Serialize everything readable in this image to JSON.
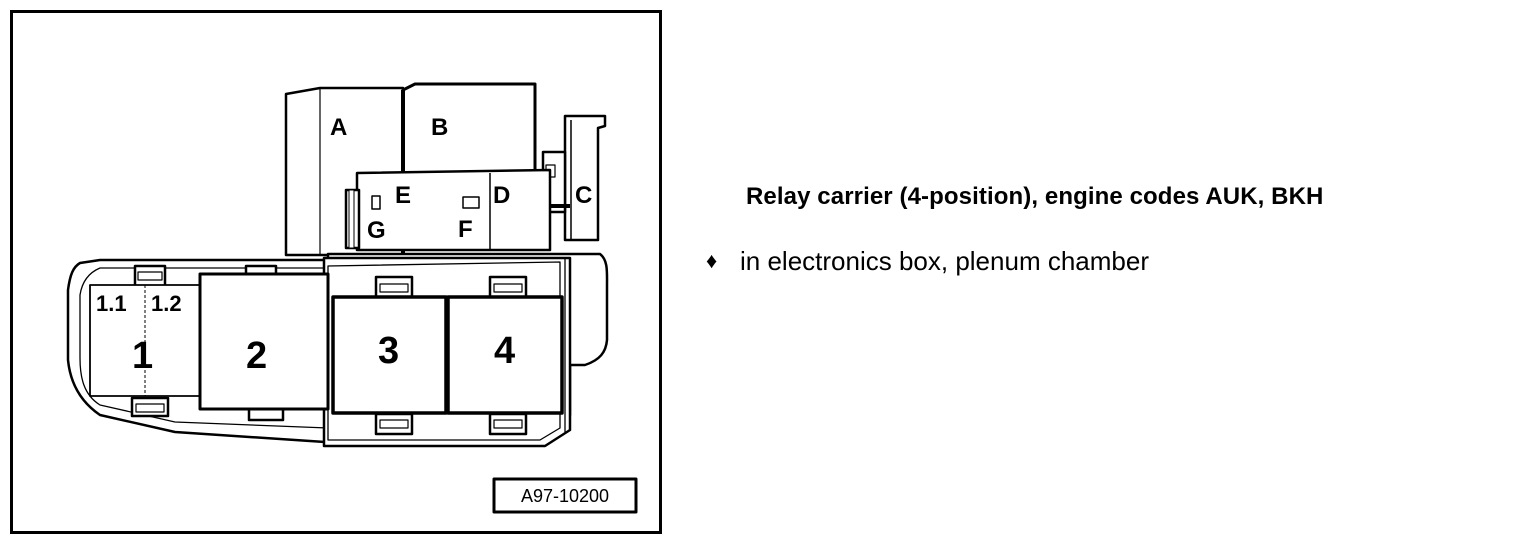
{
  "diagram": {
    "labels": {
      "a": "A",
      "b": "B",
      "c": "C",
      "d": "D",
      "e": "E",
      "f": "F",
      "g": "G",
      "pos1": "1",
      "pos1_1": "1.1",
      "pos1_2": "1.2",
      "pos2": "2",
      "pos3": "3",
      "pos4": "4"
    },
    "figure_id": "A97-10200"
  },
  "caption": {
    "title": "Relay carrier (4-position), engine codes AUK, BKH",
    "bullet_icon": "diamond-bullet-icon",
    "bullet_symbol": "♦",
    "bullet_text": "in electronics box, plenum chamber"
  }
}
